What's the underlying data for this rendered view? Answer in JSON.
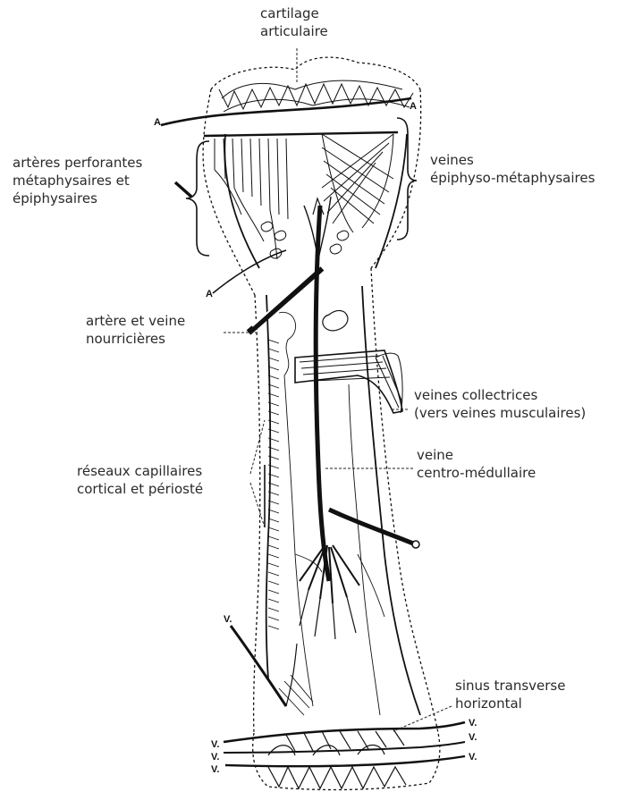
{
  "labels": {
    "cartilage": [
      "cartilage",
      "articulaire"
    ],
    "arteres_perforantes": [
      "artères perforantes",
      "métaphysaires et",
      "épiphysaires"
    ],
    "veines_epiphyso": [
      "veines",
      "épiphyso-métaphysaires"
    ],
    "artere_veine_nourricieres": [
      "artère et veine",
      "nourricières"
    ],
    "veines_collectrices": [
      "veines collectrices",
      "(vers veines musculaires)"
    ],
    "veine_centro": [
      "veine",
      "centro-médullaire"
    ],
    "reseaux_capillaires": [
      "réseaux capillaires",
      "cortical et périosté"
    ],
    "sinus_transverse": [
      "sinus transverse",
      "horizontal"
    ]
  },
  "markers": {
    "artery_a": "A",
    "vein_v": "V."
  },
  "colors": {
    "ink": "#111111",
    "label_text": "#2a2a2a"
  }
}
